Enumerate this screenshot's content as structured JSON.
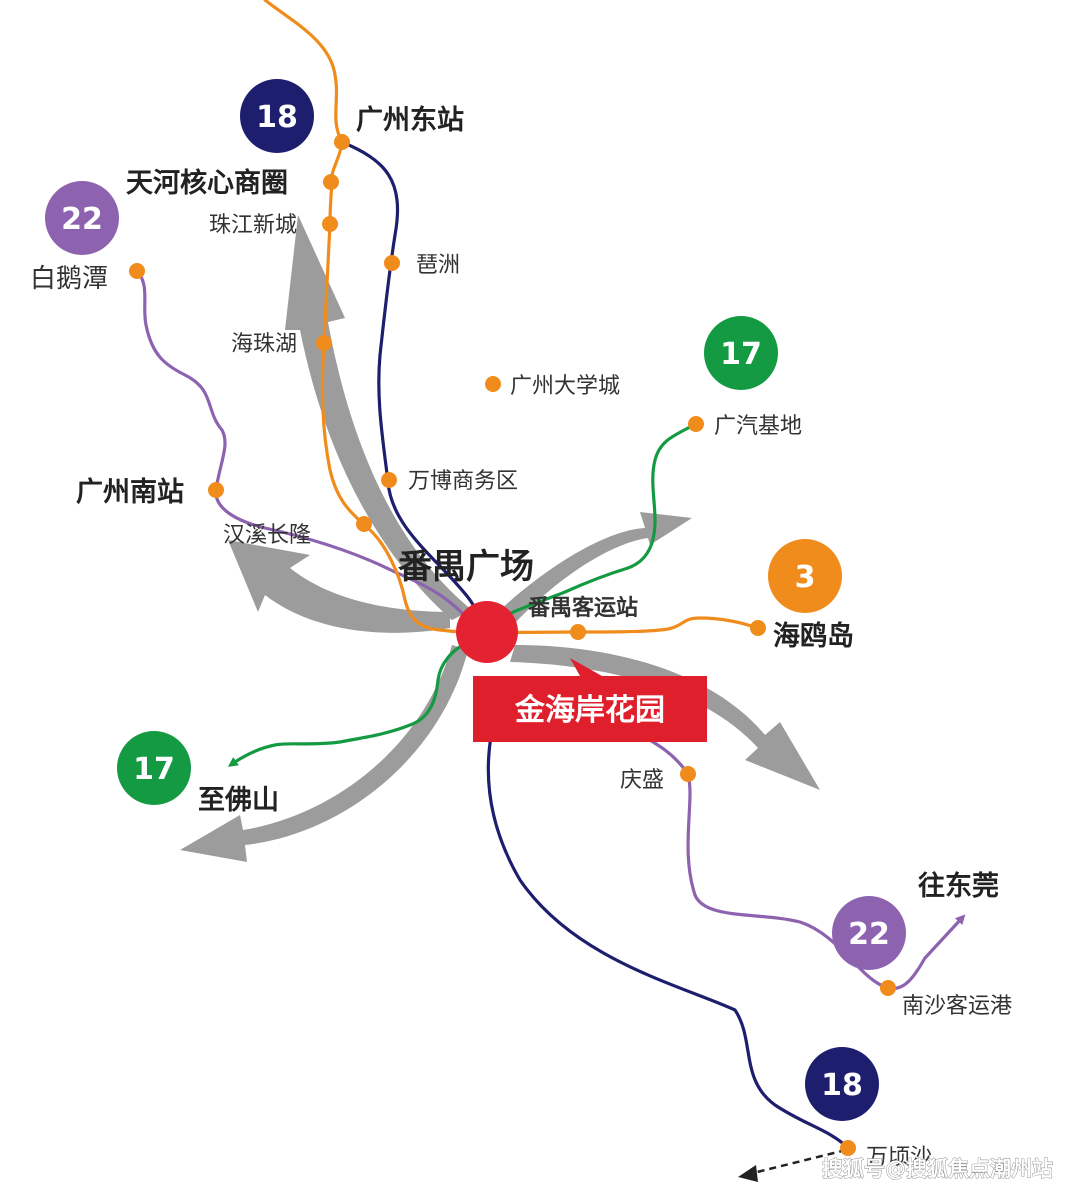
{
  "colors": {
    "line18": "#1e1e6e",
    "line22": "#8d63b0",
    "line17": "#159a44",
    "line3": "#f08c1c",
    "orange": "#f08c1c",
    "hub": "#e52232",
    "callout": "#e01f2d",
    "arrow": "#9c9c9c"
  },
  "badges": {
    "line18_top": "18",
    "line22_top": "22",
    "line17_right": "17",
    "line3": "3",
    "line17_left": "17",
    "line22_bottom": "22",
    "line18_bottom": "18"
  },
  "stations": {
    "guangzhou_east": "广州东站",
    "tianhe_cbd": "天河核心商圈",
    "zhujiang_newtown": "珠江新城",
    "pazhou": "琶洲",
    "baietan": "白鹅潭",
    "haizhu_lake": "海珠湖",
    "university_town": "广州大学城",
    "guangqi_base": "广汽基地",
    "wanbo_cbd": "万博商务区",
    "guangzhou_south": "广州南站",
    "hanxi_changlong": "汉溪长隆",
    "panyu_square": "番禺广场",
    "panyu_bus_station": "番禺客运站",
    "haiou_island": "海鸥岛",
    "qingsheng": "庆盛",
    "to_foshan": "至佛山",
    "to_dongguan": "往东莞",
    "nansha_port": "南沙客运港",
    "wanqingsha": "万顷沙"
  },
  "callout": "金海岸花园",
  "watermark": "搜狐号@搜狐焦点潮州站"
}
